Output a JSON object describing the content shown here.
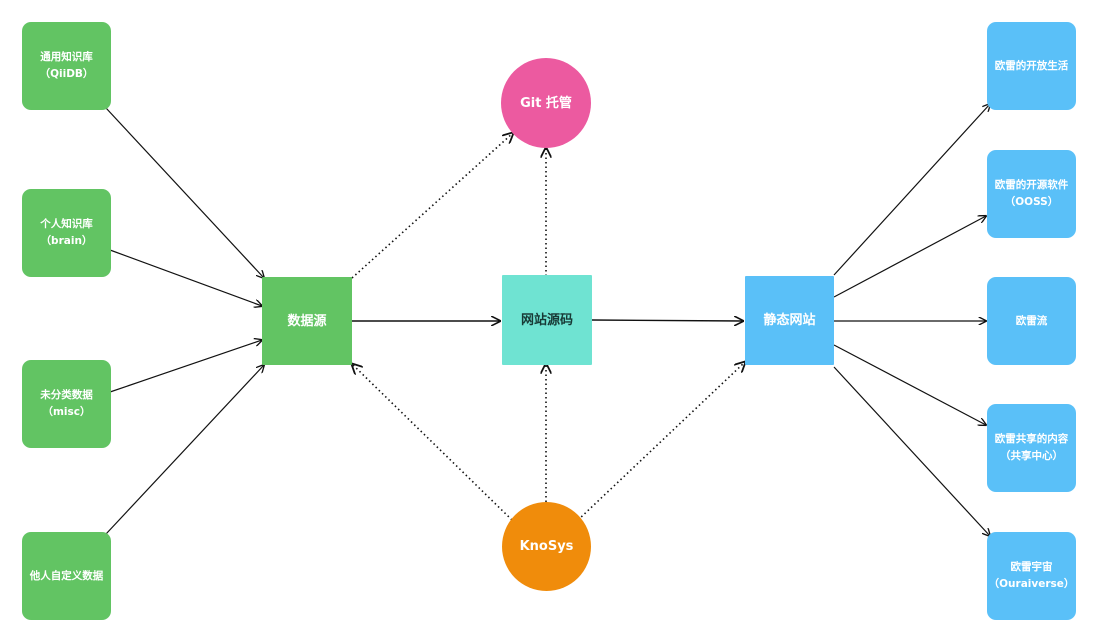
{
  "sources": [
    {
      "line1": "通用知识库",
      "line2": "（QiiDB）"
    },
    {
      "line1": "个人知识库",
      "line2": "（brain）"
    },
    {
      "line1": "未分类数据",
      "line2": "（misc）"
    },
    {
      "line1": "他人自定义数据",
      "line2": ""
    }
  ],
  "center": {
    "data_source": "数据源",
    "site_source": "网站源码",
    "static_site": "静态网站",
    "git_hosting": "Git 托管",
    "knosys": "KnoSys"
  },
  "outputs": [
    {
      "line1": "欧雷的开放生活",
      "line2": ""
    },
    {
      "line1": "欧雷的开源软件",
      "line2": "（OOSS）"
    },
    {
      "line1": "欧雷流",
      "line2": ""
    },
    {
      "line1": "欧雷共享的内容",
      "line2": "（共享中心）"
    },
    {
      "line1": "欧雷宇宙",
      "line2": "（Ouraiverse）"
    }
  ],
  "colors": {
    "source_nodes": "#62c463",
    "output_nodes": "#5ac0f8",
    "site_source": "#6fe3d2",
    "git_hosting": "#ec5aa0",
    "knosys": "#f08c0b",
    "edges": "#111111"
  }
}
